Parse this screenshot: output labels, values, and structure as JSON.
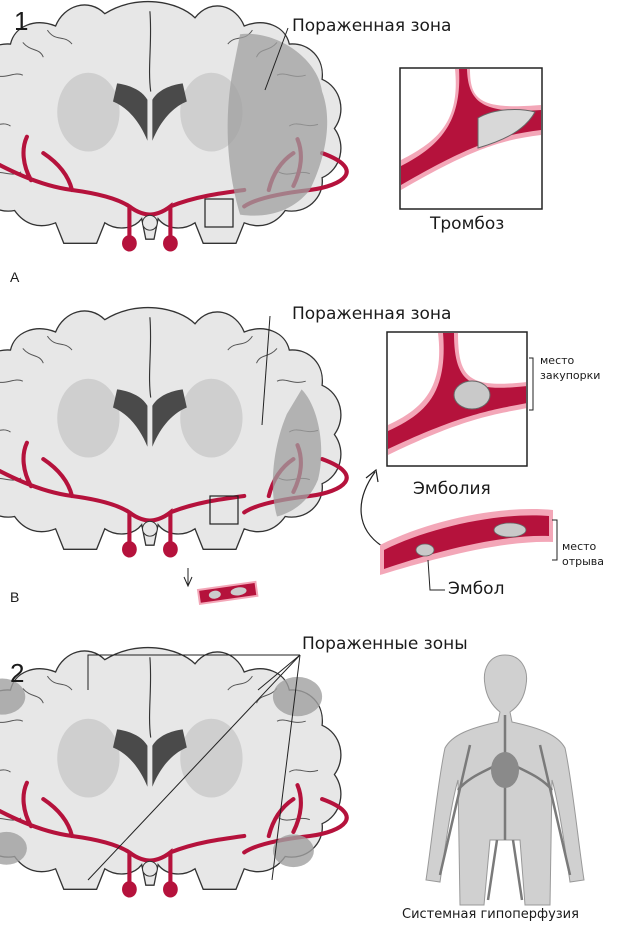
{
  "section1": {
    "number": "1",
    "panelA": {
      "letter": "A",
      "callout": "Пораженная зона",
      "inset_caption": "Тромбоз"
    },
    "panelB": {
      "letter": "B",
      "callout": "Пораженная зона",
      "inset_caption": "Эмболия",
      "occlusion_site_line1": "место",
      "occlusion_site_line2": "закупорки",
      "detach_site_line1": "место",
      "detach_site_line2": "отрыва",
      "embolus_label": "Эмбол"
    }
  },
  "section2": {
    "number": "2",
    "callout": "Пораженные зоны",
    "body_caption": "Системная гипоперфузия"
  },
  "colors": {
    "artery": "#b5123c",
    "artery_light": "#f3a7b8",
    "brain_fill": "#e7e7e7",
    "brain_outline": "#333333",
    "affected_zone": "#a0a0a0",
    "ventricle": "#4a4a4a"
  },
  "icons": [
    "brain-coronal-section",
    "thrombus",
    "embolus",
    "human-circulation-figure"
  ]
}
